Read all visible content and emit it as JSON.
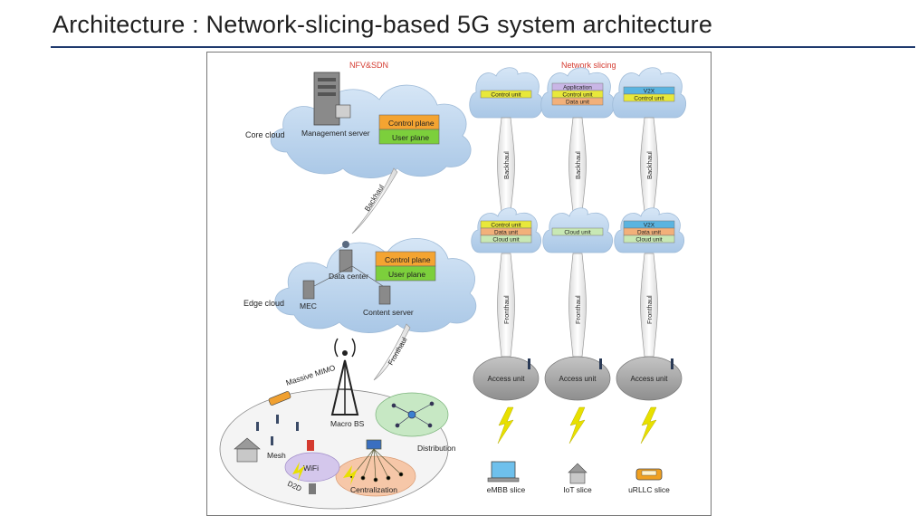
{
  "slide": {
    "title": "Architecture : Network-slicing-based 5G system architecture"
  },
  "diagram": {
    "left_header": "NFV&SDN",
    "right_header": "Network slicing",
    "core_cloud": {
      "label": "Core cloud",
      "server": "Management server",
      "control_plane": "Control plane",
      "user_plane": "User plane"
    },
    "edge_cloud": {
      "label": "Edge cloud",
      "data_center": "Data center",
      "mec": "MEC",
      "content_server": "Content server",
      "control_plane": "Control plane",
      "user_plane": "User plane"
    },
    "links": {
      "backhaul": "Backhaul",
      "fronthaul": "Fronthaul"
    },
    "ran": {
      "massive_mimo": "Massive MIMO",
      "macro_bs": "Macro BS",
      "mesh": "Mesh",
      "wifi": "WiFi",
      "d2d": "D2D",
      "distribution": "Distribution",
      "centralization": "Centralization"
    },
    "slices": [
      {
        "top": [
          "Control unit"
        ],
        "mid": [
          "Control unit",
          "Data unit",
          "Cloud unit"
        ],
        "access": "Access unit",
        "name": "eMBB slice"
      },
      {
        "top": [
          "Application",
          "Control unit",
          "Data unit"
        ],
        "mid": [
          "Cloud unit"
        ],
        "access": "Access unit",
        "name": "IoT slice"
      },
      {
        "top": [
          "V2X",
          "Control unit"
        ],
        "mid": [
          "V2X",
          "Data unit",
          "Cloud unit"
        ],
        "access": "Access unit",
        "name": "uRLLC slice"
      }
    ],
    "colors": {
      "title_accent": "#1f3a6e",
      "cloud": "#b9d3ec",
      "control_plane": "#f4a431",
      "user_plane": "#7ccf3c",
      "slice_control": "#e8e83a",
      "slice_data": "#f2b07a",
      "slice_application": "#c9b6e6",
      "slice_cloud": "#c8e8b4",
      "slice_v2x": "#5ab4e0",
      "access": "#a9a9a9",
      "lightning": "#e8e000"
    }
  }
}
